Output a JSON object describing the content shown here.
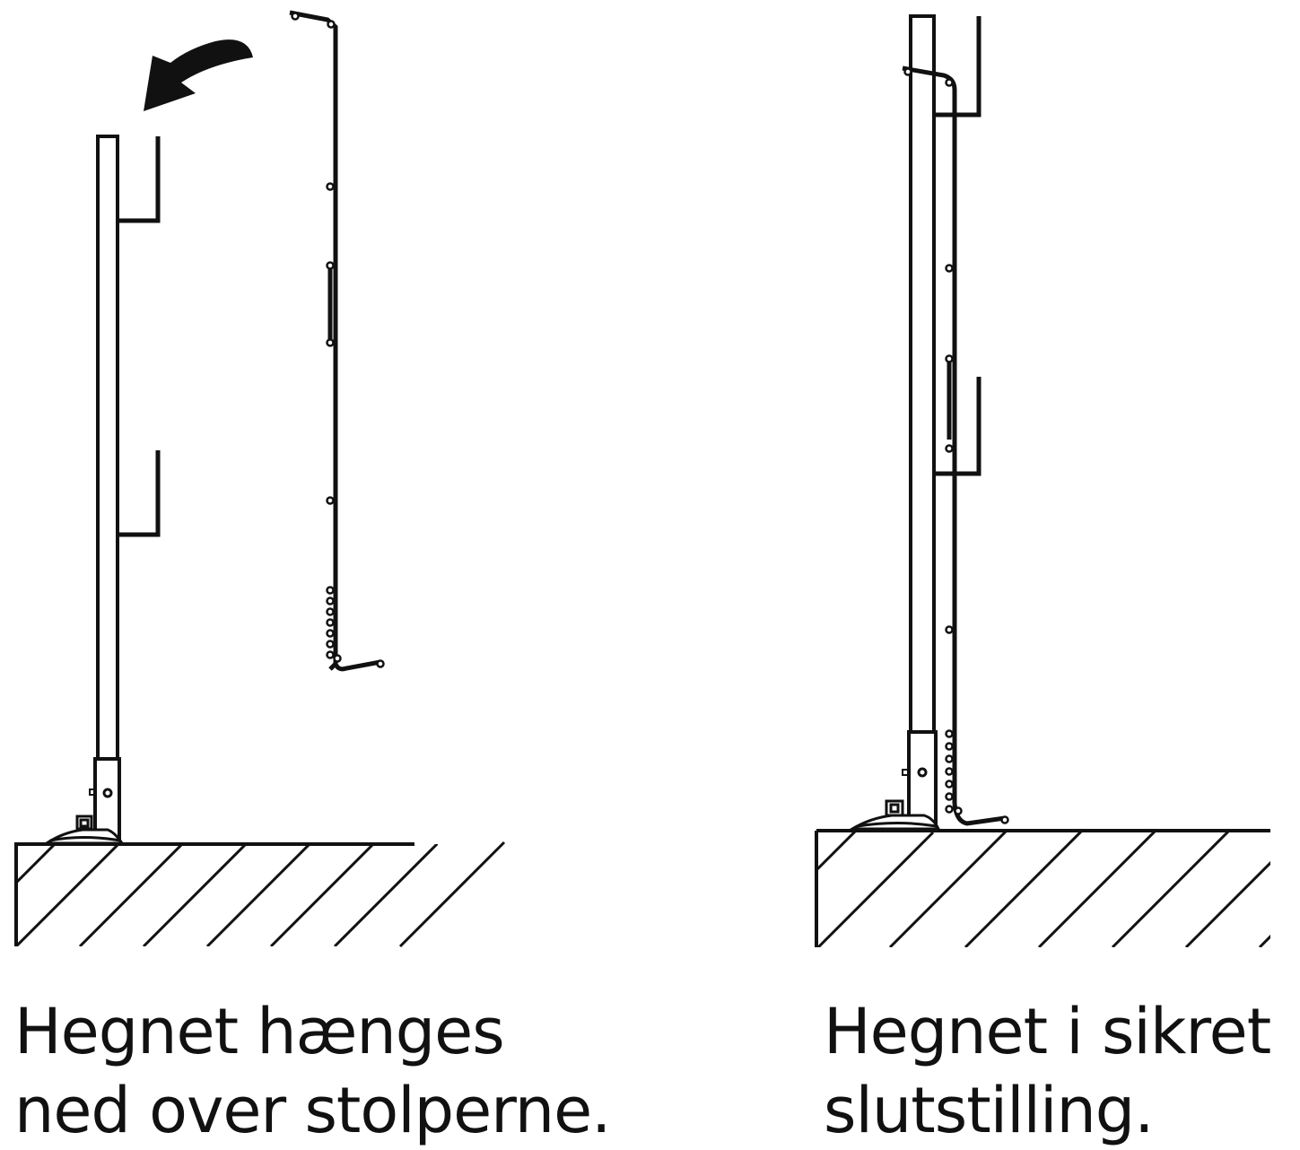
{
  "colors": {
    "ink": "#111111",
    "paper": "#ffffff"
  },
  "steps": [
    {
      "caption_line1": "Hegnet hænges",
      "caption_line2": "ned over stolperne.",
      "icon": "curved-arrow-icon"
    },
    {
      "caption_line1": "Hegnet i sikret",
      "caption_line2": "slutstilling."
    }
  ]
}
